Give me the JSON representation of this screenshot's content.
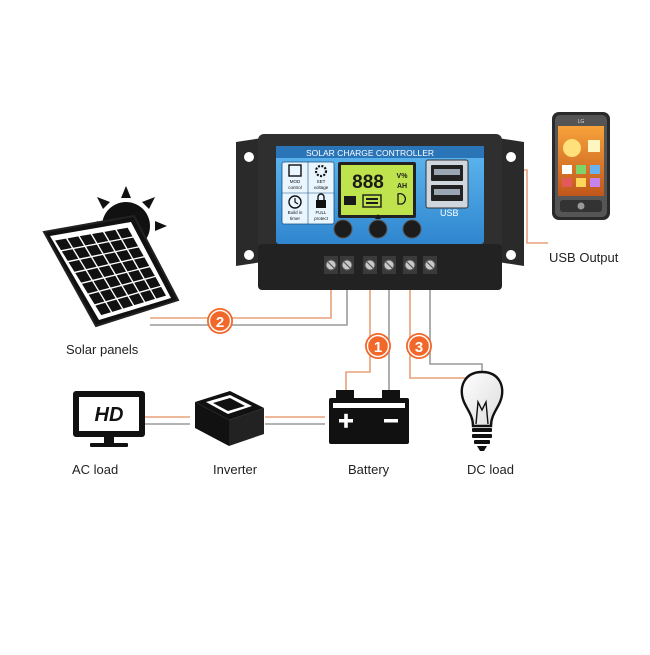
{
  "controller": {
    "title": "SOLAR CHARGE CONTROLLER",
    "display_digits": "888",
    "unit_top": "V%",
    "unit_bottom": "AH",
    "usb_label": "USB",
    "mode_label_1": "MOD",
    "mode_label_2": "control",
    "set_label_1": "SET",
    "set_label_2": "voltage",
    "timer_label_1": "Build in",
    "timer_label_2": "timer",
    "protect_label_1": "FULL",
    "protect_label_2": "protect"
  },
  "labels": {
    "solar": "Solar panels",
    "usb_output": "USB Output",
    "ac_load": "AC load",
    "inverter": "Inverter",
    "battery": "Battery",
    "dc_load": "DC load",
    "hd": "HD"
  },
  "badges": {
    "one": "1",
    "two": "2",
    "three": "3"
  },
  "colors": {
    "accent": "#f2672a",
    "wire": "#9a9a9a",
    "controller_body": "#2b2b2b",
    "screen_blue": "#4aa8e8",
    "lcd_green": "#b8e04a"
  }
}
